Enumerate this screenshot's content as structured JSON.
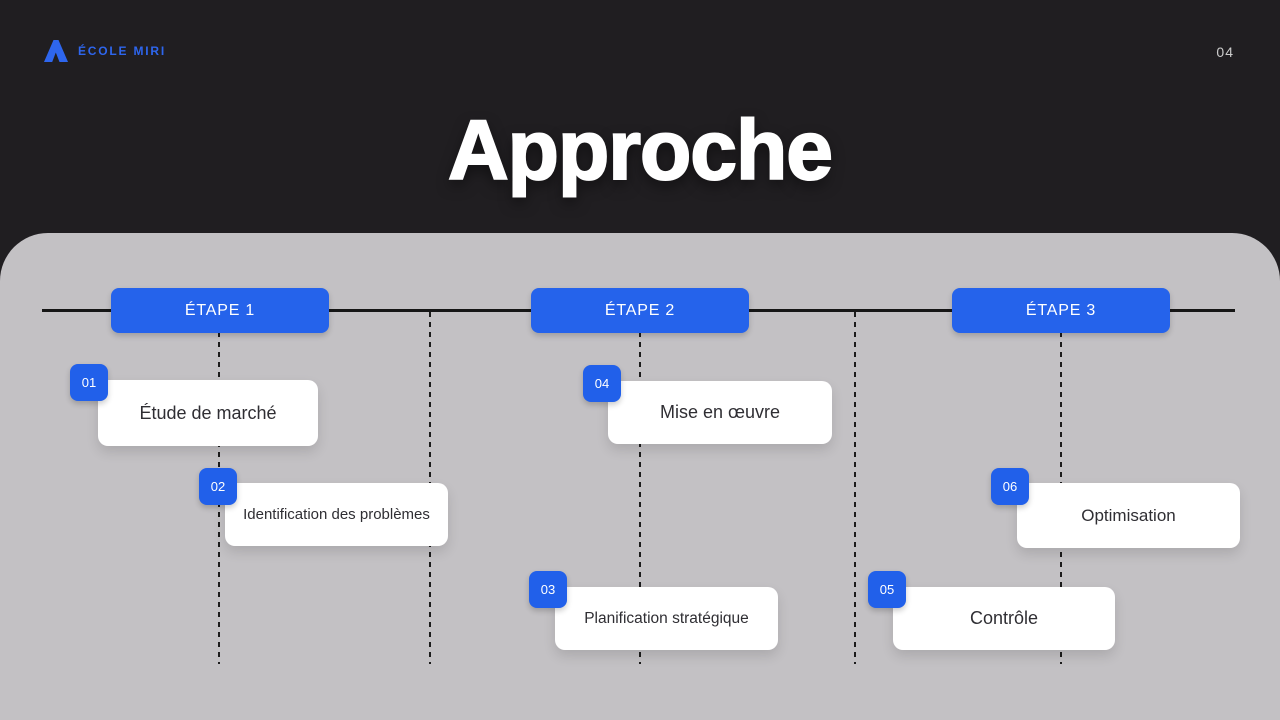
{
  "brand": {
    "name": "ÉCOLE MIRI"
  },
  "page_number": "04",
  "title": "Approche",
  "colors": {
    "accent_blue": "#2563eb",
    "background_dark": "#201e21",
    "panel_gray": "#c3c1c4",
    "card_white": "#ffffff",
    "line_black": "#161616"
  },
  "timeline": {
    "stages": [
      {
        "label": "ÉTAPE 1"
      },
      {
        "label": "ÉTAPE 2"
      },
      {
        "label": "ÉTAPE 3"
      }
    ],
    "steps": [
      {
        "number": "01",
        "label": "Étude de marché"
      },
      {
        "number": "02",
        "label": "Identification des problèmes"
      },
      {
        "number": "03",
        "label": "Planification stratégique"
      },
      {
        "number": "04",
        "label": "Mise en œuvre"
      },
      {
        "number": "05",
        "label": "Contrôle"
      },
      {
        "number": "06",
        "label": "Optimisation"
      }
    ]
  }
}
